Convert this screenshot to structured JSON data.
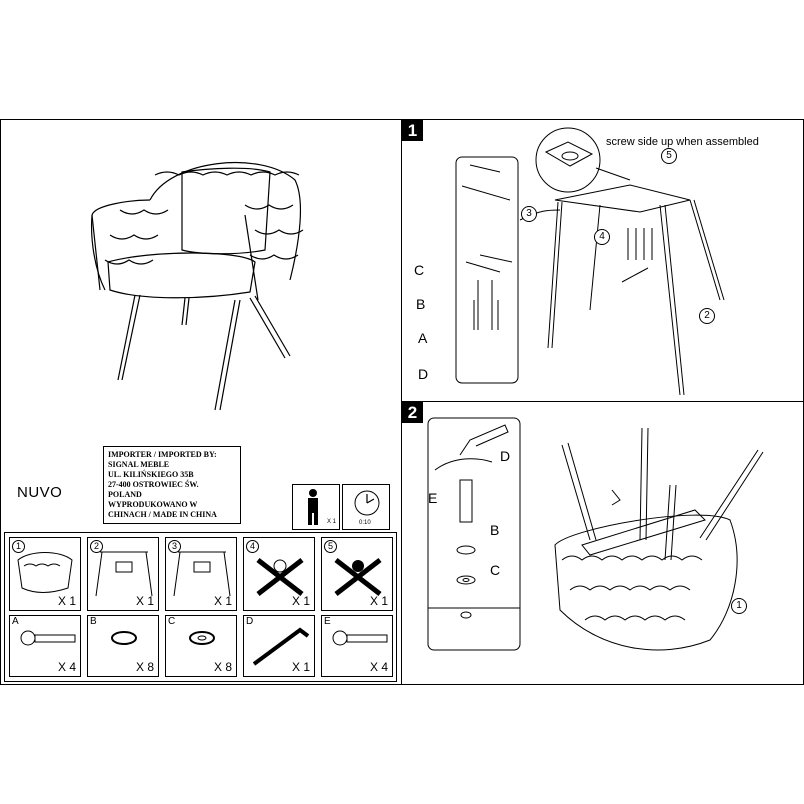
{
  "model_name": "NUVO",
  "importer": {
    "lines": [
      "IMPORTER / IMPORTED BY:",
      "SIGNAL MEBLE",
      "UL. KILIŃSKIEGO 35B",
      "27-400 OSTROWIEC ŚW.",
      "POLAND",
      "WYPRODUKOWANO W",
      "CHINACH / MADE IN CHINA"
    ]
  },
  "assembly_info": {
    "persons_label": "X 1",
    "time_label": "0:10"
  },
  "parts": [
    {
      "id": "1",
      "qty": "X 1",
      "icon": "seat-icon"
    },
    {
      "id": "2",
      "qty": "X 1",
      "icon": "front-legs-icon"
    },
    {
      "id": "3",
      "qty": "X 1",
      "icon": "rear-legs-icon"
    },
    {
      "id": "4",
      "qty": "X 1",
      "icon": "cross-bracket-icon"
    },
    {
      "id": "5",
      "qty": "X 1",
      "icon": "cross-bracket-icon"
    }
  ],
  "hardware": [
    {
      "id": "A",
      "qty": "X 4",
      "icon": "bolt-icon"
    },
    {
      "id": "B",
      "qty": "X 8",
      "icon": "spring-washer-icon"
    },
    {
      "id": "C",
      "qty": "X 8",
      "icon": "flat-washer-icon"
    },
    {
      "id": "D",
      "qty": "X 1",
      "icon": "allen-key-icon"
    },
    {
      "id": "E",
      "qty": "X 4",
      "icon": "bolt-icon"
    }
  ],
  "step1": {
    "number": "1",
    "note": "screw side up when assembled",
    "labels": [
      "A",
      "B",
      "C",
      "D"
    ],
    "parts": [
      "2",
      "3",
      "4",
      "5"
    ]
  },
  "step2": {
    "number": "2",
    "labels": [
      "B",
      "C",
      "D",
      "E"
    ],
    "parts": [
      "1"
    ]
  }
}
